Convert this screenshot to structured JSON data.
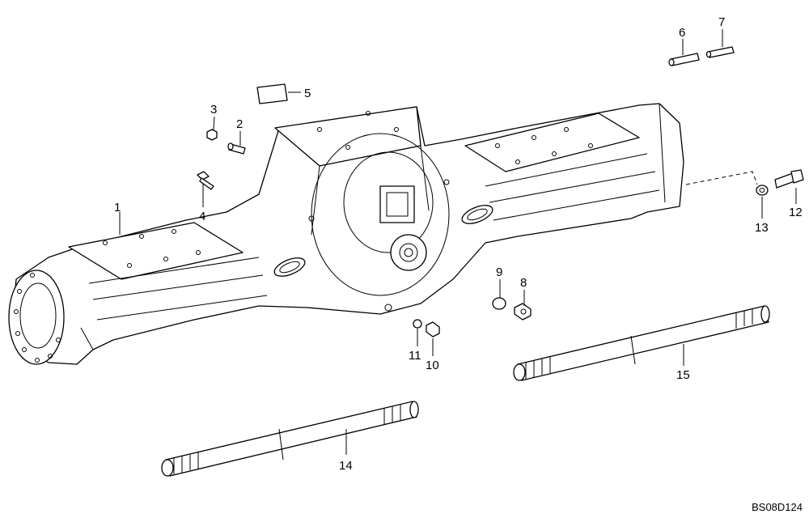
{
  "drawing_code": "BS08D124",
  "callouts": {
    "c1": "1",
    "c2": "2",
    "c3": "3",
    "c4": "4",
    "c5": "5",
    "c6": "6",
    "c7": "7",
    "c8": "8",
    "c9": "9",
    "c10": "10",
    "c11": "11",
    "c12": "12",
    "c13": "13",
    "c14": "14",
    "c15": "15"
  }
}
